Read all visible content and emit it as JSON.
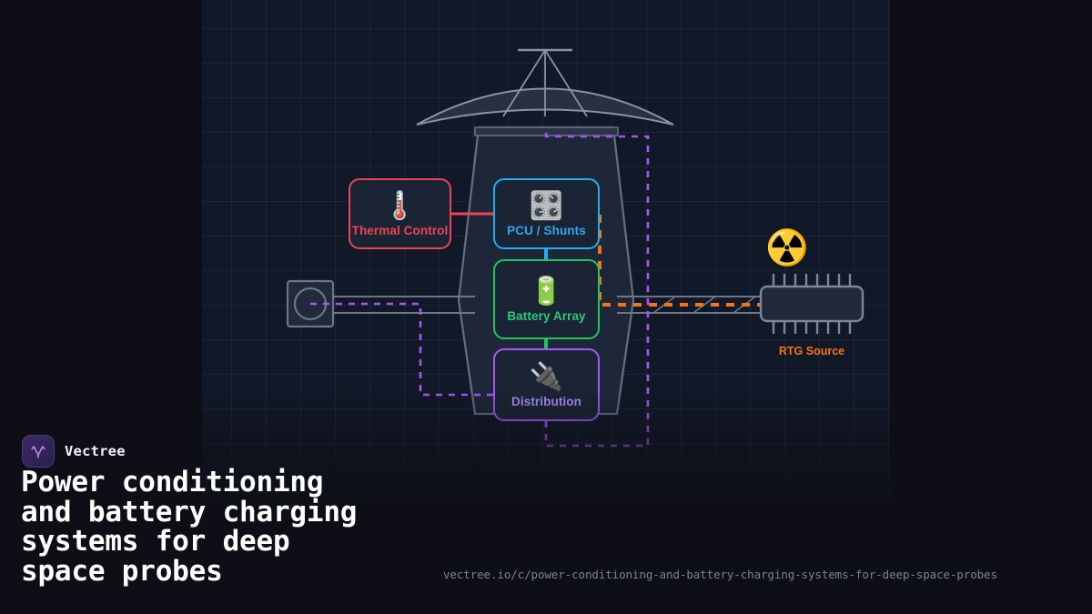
{
  "brand": {
    "name": "Vectree",
    "logo_icon": "vectree-tree-glyph-icon",
    "logo_color": "#c084fc"
  },
  "headline": "Power conditioning\nand battery charging\nsystems for deep\nspace probes",
  "url": "vectree.io/c/power-conditioning-and-battery-charging-systems-for-deep-space-probes",
  "diagram": {
    "background": "#111827",
    "grid": "on",
    "spacecraft": {
      "antenna_label": "high-gain-antenna-dish",
      "body_label": "probe-bus-body",
      "boom_label": "instrument-boom",
      "thruster_label": "thruster-nozzle"
    },
    "nodes": [
      {
        "id": "thermal",
        "label": "Thermal Control",
        "emoji": "🌡️",
        "icon": "thermometer-icon",
        "color": "#ef4455"
      },
      {
        "id": "pcu",
        "label": "PCU / Shunts",
        "emoji": "🎛️",
        "icon": "control-knobs-icon",
        "color": "#22aef0"
      },
      {
        "id": "battery",
        "label": "Battery Array",
        "emoji": "🔋",
        "icon": "battery-icon",
        "color": "#22c55e"
      },
      {
        "id": "distribution",
        "label": "Distribution",
        "emoji": "🔌",
        "icon": "electric-plug-icon",
        "color": "#a855f7"
      },
      {
        "id": "rtg",
        "label": "RTG Source",
        "emoji": "☢️",
        "icon": "radioactive-icon",
        "color": "#f97316"
      }
    ],
    "edges": [
      {
        "from": "thermal",
        "to": "pcu",
        "style": "solid",
        "color": "#ef4455"
      },
      {
        "from": "pcu",
        "to": "battery",
        "style": "solid",
        "color": "#22aef0"
      },
      {
        "from": "battery",
        "to": "distribution",
        "style": "solid",
        "color": "#22c55e"
      },
      {
        "from": "pcu",
        "to": "rtg",
        "style": "dashed",
        "color": "#f97316"
      },
      {
        "from": "distribution",
        "to": "thruster",
        "style": "dashed",
        "color": "#a855f7"
      }
    ]
  }
}
